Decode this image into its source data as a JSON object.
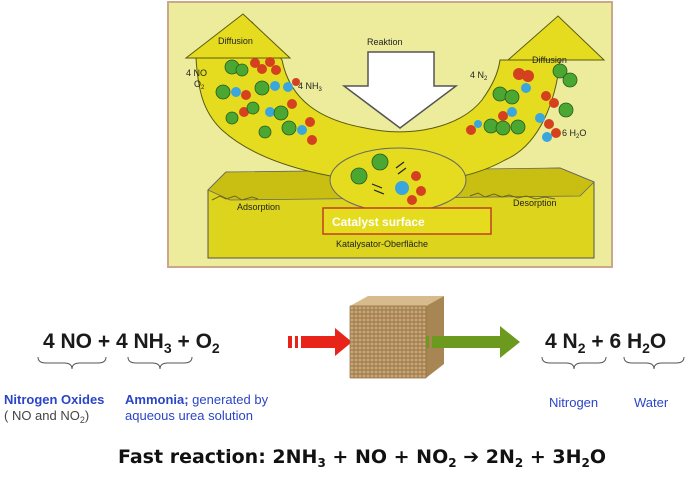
{
  "diagram": {
    "labels": {
      "diffusion_left": "Diffusion",
      "reaktion": "Reaktion",
      "diffusion_right": "Diffusion",
      "no_o2_line1": "4 NO",
      "no_o2_line2": "O",
      "o2_sub": "2",
      "nh3_main": "4 NH",
      "nh3_sub": "3",
      "n2_main": "4 N",
      "n2_sub": "2",
      "h2o_a": "6 H",
      "h2o_sub": "2",
      "h2o_b": "O",
      "adsorption": "Adsorption",
      "desorption": "Desorption",
      "catalyst_surface": "Catalyst surface",
      "katalysator": "Katalysator-Oberfläche"
    },
    "colors": {
      "frame_bg": "#ecec9c",
      "yellow": "#e5dc1f",
      "yellow_dark": "#c6bd10",
      "green": "#4aa832",
      "blue": "#39a6dd",
      "red": "#d4411e",
      "arrow_red": "#e8231a",
      "arrow_green": "#6b9a1f",
      "cube": "#c8a575"
    }
  },
  "equation": {
    "no": "4 NO",
    "plus1": "+",
    "nh3_main": "4 NH",
    "nh3_sub": "3",
    "plus2": "+",
    "o2_main": "O",
    "o2_sub": "2",
    "n2_main": "4 N",
    "n2_sub": "2",
    "plus3": "+",
    "h2o_a": "6 H",
    "h2o_sub": "2",
    "h2o_b": "O"
  },
  "annotations": {
    "nitrogen_oxides_title": "Nitrogen Oxides",
    "nitrogen_oxides_detail_a": "( NO and NO",
    "nitrogen_oxides_detail_sub": "2",
    "nitrogen_oxides_detail_b": ")",
    "ammonia_title": "Ammonia;",
    "ammonia_detail1": " generated by",
    "ammonia_detail2": "aqueous urea solution",
    "nitrogen": "Nitrogen",
    "water": "Water"
  },
  "fast_reaction": {
    "prefix": "Fast reaction: 2NH",
    "sub1": "3",
    "mid1": " + NO + NO",
    "sub2": "2",
    "arrow": " ➔ ",
    "mid2": "2N",
    "sub3": "2",
    "mid3": " + 3H",
    "sub4": "2",
    "suffix": "O"
  }
}
